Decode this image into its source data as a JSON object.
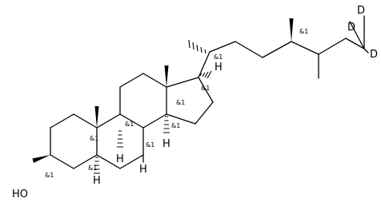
{
  "atoms": {
    "hydroxyl": "HO",
    "h_c5": "H",
    "h_c9": "H",
    "h_c8": "H",
    "h_c14": "H",
    "h_c17": "H",
    "d1": "D",
    "d2": "D",
    "d3": "D"
  },
  "stereo_labels": {
    "c3": "&1",
    "c5": "&1",
    "c10": "&1",
    "c9": "&1",
    "c8": "&1",
    "c14": "&1",
    "c13": "&1",
    "c17": "&1",
    "c20": "&1",
    "c24": "&1"
  }
}
